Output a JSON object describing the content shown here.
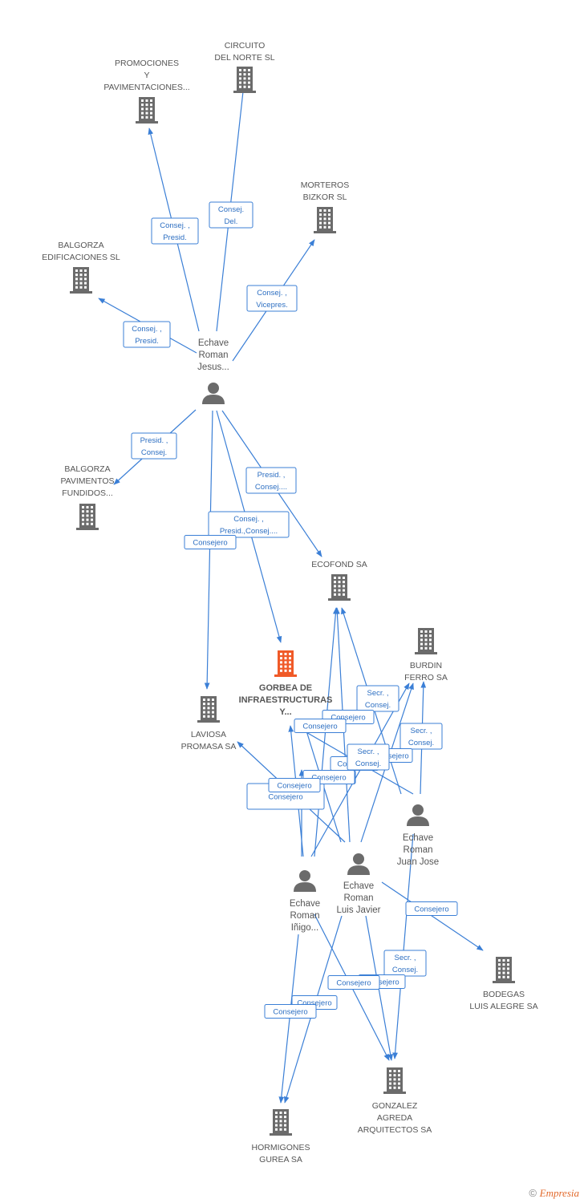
{
  "colors": {
    "edge": "#3b7fd6",
    "building": "#6b6b6b",
    "building_main": "#f05a28",
    "person": "#6b6b6b"
  },
  "nodes": [
    {
      "id": "promociones",
      "type": "company",
      "label": [
        "PROMOCIONES",
        "Y",
        "PAVIMENTACIONES..."
      ]
    },
    {
      "id": "circuito",
      "type": "company",
      "label": [
        "CIRCUITO",
        "DEL NORTE SL"
      ]
    },
    {
      "id": "morteros",
      "type": "company",
      "label": [
        "MORTEROS",
        "BIZKOR SL"
      ]
    },
    {
      "id": "balgorza_ed",
      "type": "company",
      "label": [
        "BALGORZA",
        "EDIFICACIONES SL"
      ]
    },
    {
      "id": "jesus",
      "type": "person",
      "label": [
        "Echave",
        "Roman",
        "Jesus..."
      ]
    },
    {
      "id": "balgorza_pav",
      "type": "company",
      "label": [
        "BALGORZA",
        "PAVIMENTOS",
        "FUNDIDOS..."
      ]
    },
    {
      "id": "ecofond",
      "type": "company",
      "label": [
        "ECOFOND SA"
      ]
    },
    {
      "id": "burdin",
      "type": "company",
      "label": [
        "BURDIN",
        "FERRO SA"
      ]
    },
    {
      "id": "gorbea",
      "type": "main",
      "label": [
        "GORBEA DE",
        "INFRAESTRUCTURAS",
        "Y..."
      ]
    },
    {
      "id": "laviosa",
      "type": "company",
      "label": [
        "LAVIOSA",
        "PROMASA SA"
      ]
    },
    {
      "id": "juanjose",
      "type": "person",
      "label": [
        "Echave",
        "Roman",
        "Juan Jose"
      ]
    },
    {
      "id": "luisjavier",
      "type": "person",
      "label": [
        "Echave",
        "Roman",
        "Luis Javier"
      ]
    },
    {
      "id": "inigo",
      "type": "person",
      "label": [
        "Echave",
        "Roman",
        "Iñigo..."
      ]
    },
    {
      "id": "bodegas",
      "type": "company",
      "label": [
        "BODEGAS",
        "LUIS ALEGRE SA"
      ]
    },
    {
      "id": "gonzalez",
      "type": "company",
      "label": [
        "GONZALEZ",
        "AGREDA",
        "ARQUITECTOS SA"
      ]
    },
    {
      "id": "hormigones",
      "type": "company",
      "label": [
        "HORMIGONES",
        "GUREA SA"
      ]
    }
  ],
  "edges": [
    {
      "from": "jesus",
      "to": "promociones",
      "label": [
        "Consej. ,",
        "Presid."
      ]
    },
    {
      "from": "jesus",
      "to": "circuito",
      "label": [
        "Consej.",
        "Del."
      ]
    },
    {
      "from": "jesus",
      "to": "morteros",
      "label": [
        "Consej. ,",
        "Vicepres."
      ]
    },
    {
      "from": "jesus",
      "to": "balgorza_ed",
      "label": [
        "Consej. ,",
        "Presid."
      ]
    },
    {
      "from": "jesus",
      "to": "balgorza_pav",
      "label": [
        "Presid. ,",
        "Consej."
      ]
    },
    {
      "from": "jesus",
      "to": "ecofond",
      "label": [
        "Presid. ,",
        "Consej...."
      ]
    },
    {
      "from": "jesus",
      "to": "gorbea",
      "label": [
        "Consej. ,",
        "Presid.,Consej...."
      ]
    },
    {
      "from": "jesus",
      "to": "laviosa",
      "label": [
        "Consejero"
      ]
    },
    {
      "from": "juanjose",
      "to": "ecofond",
      "label": [
        "Secr. ,",
        "Consej."
      ]
    },
    {
      "from": "juanjose",
      "to": "burdin",
      "label": [
        "Secr. ,",
        "Consej."
      ]
    },
    {
      "from": "juanjose",
      "to": "gorbea",
      "label": [
        "Consejero"
      ]
    },
    {
      "from": "juanjose",
      "to": "gonzalez",
      "label": [
        "Secr. ,",
        "Consej."
      ]
    },
    {
      "from": "luisjavier",
      "to": "ecofond",
      "label": [
        "Consejero"
      ]
    },
    {
      "from": "luisjavier",
      "to": "burdin",
      "label": [
        "Consejero"
      ]
    },
    {
      "from": "luisjavier",
      "to": "gorbea",
      "label": [
        "Consejero"
      ]
    },
    {
      "from": "luisjavier",
      "to": "laviosa",
      "label": [
        "Consejero"
      ]
    },
    {
      "from": "luisjavier",
      "to": "bodegas",
      "label": [
        "Consejero"
      ]
    },
    {
      "from": "luisjavier",
      "to": "gonzalez",
      "label": [
        "Consejero"
      ]
    },
    {
      "from": "luisjavier",
      "to": "hormigones",
      "label": [
        "Consejero"
      ]
    },
    {
      "from": "inigo",
      "to": "ecofond",
      "label": [
        "Consejero"
      ]
    },
    {
      "from": "inigo",
      "to": "burdin",
      "label": [
        "Secr. ,",
        "Consej."
      ]
    },
    {
      "from": "inigo",
      "to": "gorbea",
      "label": [
        "Consejero"
      ]
    },
    {
      "from": "inigo",
      "to": "laviosa",
      "label": [
        "Consejero"
      ]
    },
    {
      "from": "inigo",
      "to": "gonzalez",
      "label": [
        "Consejero"
      ]
    },
    {
      "from": "inigo",
      "to": "hormigones",
      "label": [
        "Consejero"
      ]
    }
  ],
  "footer": {
    "copyright": "©",
    "brand": "Empresia"
  }
}
